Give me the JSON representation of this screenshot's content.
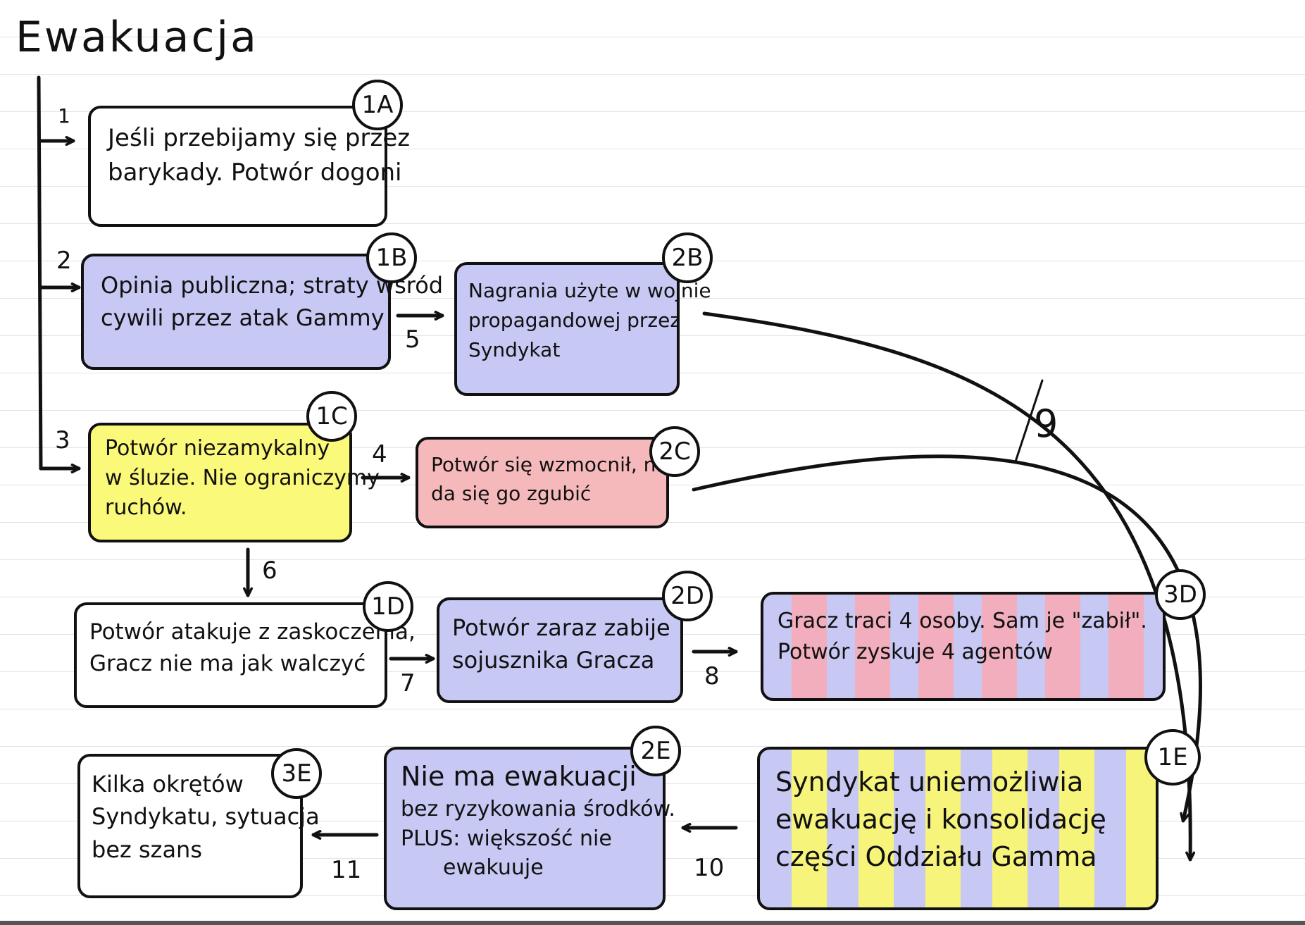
{
  "title": "Ewakuacja",
  "nodes": {
    "n1A": {
      "id": "1A",
      "lines": [
        "Jeśli przebijamy się przez",
        "barykady. Potwór dogoni"
      ]
    },
    "n1B": {
      "id": "1B",
      "lines": [
        "Opinia publiczna; straty wśród",
        "cywili przez atak Gammy"
      ]
    },
    "n2B": {
      "id": "2B",
      "lines": [
        "Nagrania użyte w wojnie",
        "propagandowej przez",
        "Syndykat"
      ]
    },
    "n1C": {
      "id": "1C",
      "lines": [
        "Potwór niezamykalny",
        "w śluzie. Nie ograniczymy",
        "ruchów."
      ]
    },
    "n2C": {
      "id": "2C",
      "lines": [
        "Potwór się wzmocnił, nie",
        "da się go zgubić"
      ]
    },
    "n1D": {
      "id": "1D",
      "lines": [
        "Potwór atakuje z zaskoczenia,",
        "Gracz nie ma jak walczyć"
      ]
    },
    "n2D": {
      "id": "2D",
      "lines": [
        "Potwór zaraz zabije",
        "sojusznika Gracza"
      ]
    },
    "n3D": {
      "id": "3D",
      "lines": [
        "Gracz traci 4 osoby. Sam je \"zabił\".",
        "Potwór zyskuje 4 agentów"
      ]
    },
    "n1E": {
      "id": "1E",
      "lines": [
        "Syndykat uniemożliwia",
        "ewakuację i konsolidację",
        "części Oddziału Gamma"
      ]
    },
    "n2E": {
      "id": "2E",
      "lines": [
        "Nie ma ewakuacji",
        "bez ryzykowania środków.",
        "PLUS: większość nie",
        "ewakuuje"
      ]
    },
    "n3E": {
      "id": "3E",
      "lines": [
        "Kilka okrętów",
        "Syndykatu, sytuacja",
        "bez szans"
      ]
    }
  },
  "edges": [
    "1",
    "2",
    "3",
    "4",
    "5",
    "6",
    "7",
    "8",
    "9",
    "10",
    "11"
  ]
}
